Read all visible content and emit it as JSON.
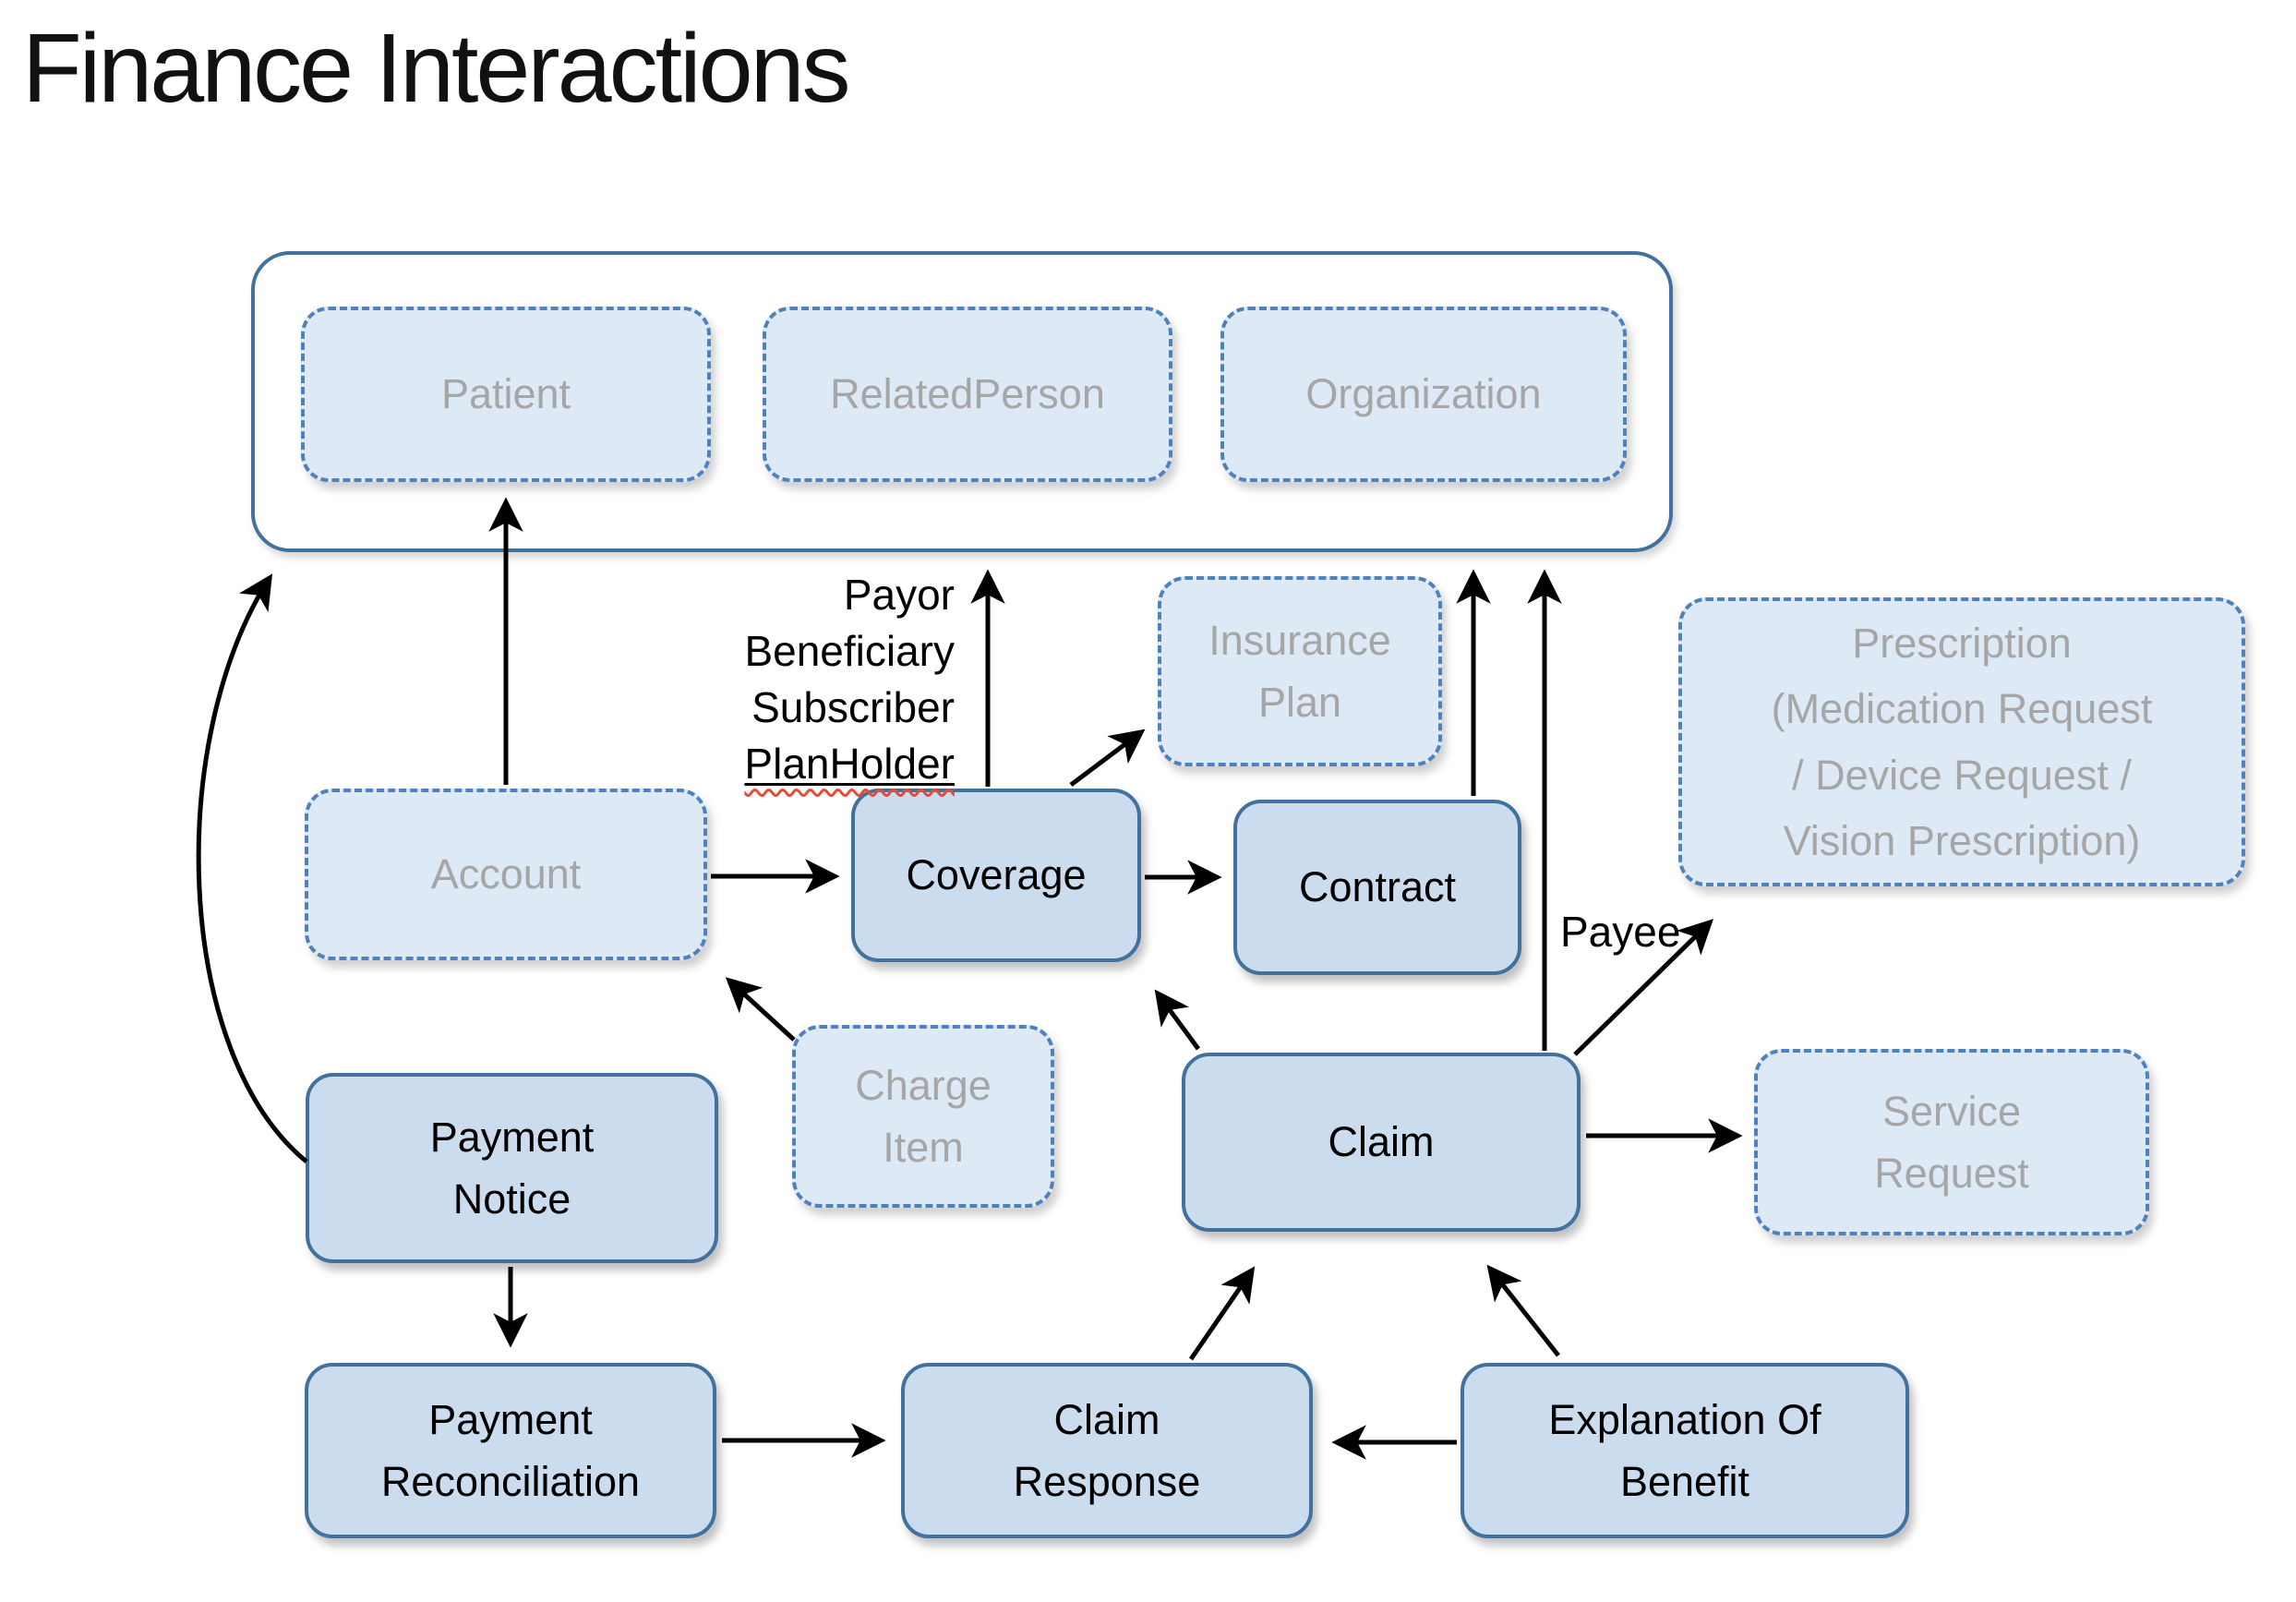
{
  "title": "Finance Interactions",
  "colors": {
    "solid_box_fill": "#cbdcee",
    "solid_box_border": "#41719c",
    "dashed_box_fill": "#dde9f5",
    "dashed_box_border": "#4f81bd",
    "muted_text": "#a6a6a6",
    "arrow_line": "#000000",
    "spellcheck_squiggle": "#e84a3a"
  },
  "party_group": {
    "patient": "Patient",
    "related_person": "RelatedPerson",
    "organization": "Organization"
  },
  "nodes": {
    "insurance_plan": {
      "lines": [
        "Insurance",
        "Plan"
      ]
    },
    "prescription": {
      "lines": [
        "Prescription",
        "(Medication Request",
        "/ Device Request /",
        "Vision Prescription)"
      ]
    },
    "account": {
      "lines": [
        "Account"
      ]
    },
    "coverage": {
      "lines": [
        "Coverage"
      ]
    },
    "contract": {
      "lines": [
        "Contract"
      ]
    },
    "charge_item": {
      "lines": [
        "Charge",
        "Item"
      ]
    },
    "claim": {
      "lines": [
        "Claim"
      ]
    },
    "service_request": {
      "lines": [
        "Service",
        "Request"
      ]
    },
    "payment_notice": {
      "lines": [
        "Payment",
        "Notice"
      ]
    },
    "payment_reconciliation": {
      "lines": [
        "Payment",
        "Reconciliation"
      ]
    },
    "claim_response": {
      "lines": [
        "Claim",
        "Response"
      ]
    },
    "explanation_of_benefit": {
      "lines": [
        "Explanation Of",
        "Benefit"
      ]
    }
  },
  "annotations": {
    "coverage_roles": [
      "Payor",
      "Beneficiary",
      "Subscriber",
      "PlanHolder"
    ],
    "payee": "Payee"
  },
  "edges": [
    {
      "from": "account",
      "to": "patient"
    },
    {
      "from": "coverage",
      "to": "party_group",
      "label": "Payor Beneficiary Subscriber PlanHolder"
    },
    {
      "from": "coverage",
      "to": "insurance_plan"
    },
    {
      "from": "account",
      "to": "coverage"
    },
    {
      "from": "coverage",
      "to": "contract"
    },
    {
      "from": "contract",
      "to": "party_group"
    },
    {
      "from": "claim",
      "to": "party_group",
      "label": "Payee"
    },
    {
      "from": "claim",
      "to": "prescription"
    },
    {
      "from": "claim",
      "to": "service_request"
    },
    {
      "from": "claim",
      "to": "coverage"
    },
    {
      "from": "charge_item",
      "to": "account"
    },
    {
      "from": "payment_notice",
      "to": "party_group"
    },
    {
      "from": "payment_notice",
      "to": "payment_reconciliation"
    },
    {
      "from": "payment_reconciliation",
      "to": "claim_response"
    },
    {
      "from": "explanation_of_benefit",
      "to": "claim_response"
    },
    {
      "from": "claim_response",
      "to": "claim"
    },
    {
      "from": "explanation_of_benefit",
      "to": "claim"
    }
  ]
}
